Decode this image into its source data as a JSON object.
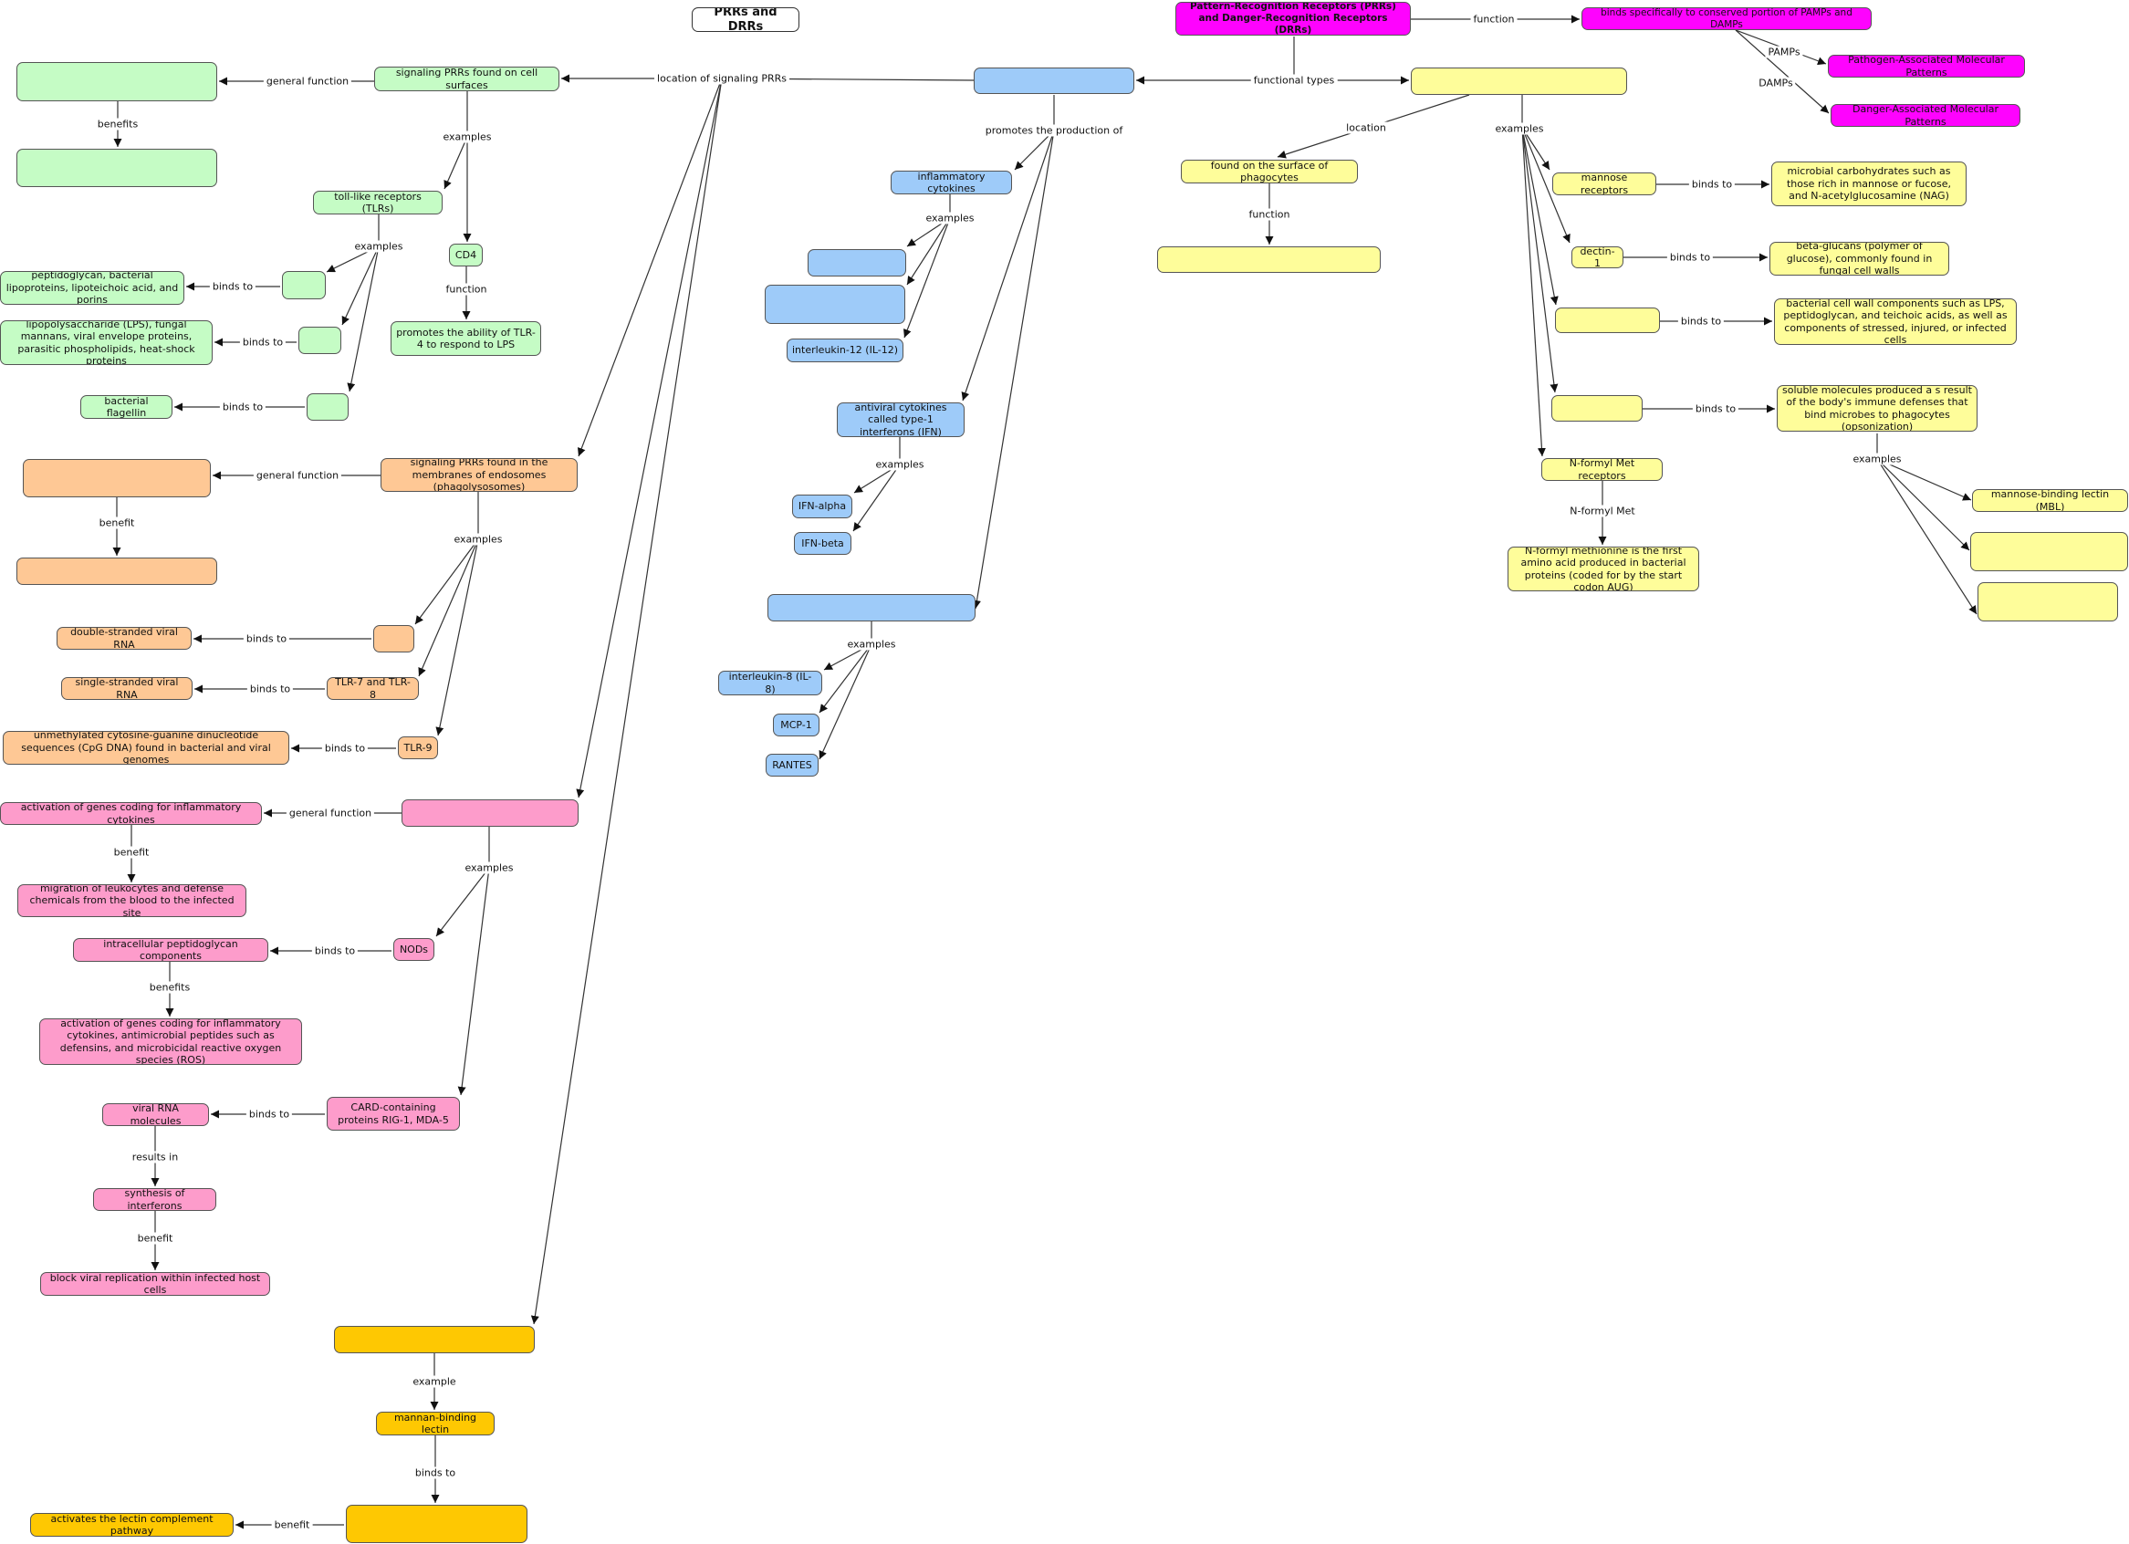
{
  "title": "PRRs and DRRs",
  "colors": {
    "green": "#c5fcc5",
    "orange": "#fec895",
    "pink": "#fd9ccb",
    "gold": "#fec802",
    "blue": "#9ecbf9",
    "yellow": "#fefd9a",
    "magenta": "#fe03fe",
    "line": "#333333"
  },
  "nodes": {
    "prr_drr": "Pattern-Recognition Receptors (PRRs) and Danger-Recognition Receptors (DRRs)",
    "binds_pamps_damps": "binds specifically to conserved portion of PAMPs and DAMPs",
    "pamp": "Pathogen-Associated Molecular Patterns",
    "damp": "Danger-Associated Molecular Patterns",
    "signaling_prrs": "",
    "endocytic_prrs": "",
    "found_surface_phagocytes": "found on the surface of phagocytes",
    "endocytic_function": "",
    "mannose_receptors": "mannose receptors",
    "mannose_binds": "microbial carbohydrates such as those rich in mannose or fucose, and N-acetylglucosamine (NAG)",
    "dectin": "dectin-1",
    "dectin_binds": "beta-glucans (polymer of glucose), commonly found in fungal cell walls",
    "scavenger": "",
    "scavenger_binds": "bacterial cell wall components such as LPS, peptidoglycan, and teichoic acids, as well as components of stressed, injured, or infected cells",
    "opsonin_receptors": "",
    "opsonin_binds": "soluble molecules produced a s result of the body's immune defenses that bind microbes to phagocytes (opsonization)",
    "mbl": "mannose-binding lectin (MBL)",
    "opsonin_ex2": "",
    "opsonin_ex3": "",
    "fmet_receptors": "N-formyl Met receptors",
    "fmet_desc": "N-formyl methionine is the first amino acid produced in bacterial proteins (coded for by the start codon AUG)",
    "inflammatory_cytokines": "inflammatory cytokines",
    "cyto_ex1": "",
    "cyto_ex2": "",
    "il12": "interleukin-12 (IL-12)",
    "ifn": "antiviral cytokines called type-1 interferons (IFN)",
    "ifn_alpha": "IFN-alpha",
    "ifn_beta": "IFN-beta",
    "chemokines": "",
    "il8": "interleukin-8 (IL-8)",
    "mcp1": "MCP-1",
    "rantes": "RANTES",
    "cell_surface_prrs": "signaling PRRs found on cell surfaces",
    "surface_general_fn": "",
    "surface_benefit": "",
    "tlrs": "toll-like receptors (TLRs)",
    "cd4": "CD4",
    "cd4_function": "promotes the ability of TLR-4 to respond to LPS",
    "tlr_ex1": "",
    "tlr_ex1_binds": "peptidoglycan, bacterial lipoproteins, lipoteichoic acid, and porins",
    "tlr_ex2": "",
    "tlr_ex2_binds": "lipopolysaccharide (LPS), fungal mannans, viral envelope proteins, parasitic phospholipids, heat-shock proteins",
    "tlr_ex3": "",
    "tlr_ex3_binds": "bacterial flagellin",
    "endosome_prrs": "signaling PRRs found in the membranes of endosomes (phagolysosomes)",
    "endosome_general_fn": "",
    "endosome_benefit": "",
    "endo_ex1": "",
    "dsrna": "double-stranded viral RNA",
    "tlr78": "TLR-7 and TLR-8",
    "ssrna": "single-stranded viral RNA",
    "tlr9": "TLR-9",
    "cpg": "unmethylated cytosine-guanine dinucleotide sequences (CpG DNA) found in bacterial and viral genomes",
    "cytoplasm_prrs": "",
    "activation_genes": "activation of genes coding for inflammatory cytokines",
    "migration": "migration of leukocytes and defense chemicals from the blood to the infected site",
    "nods": "NODs",
    "peptidoglycan_components": "intracellular peptidoglycan components",
    "nod_benefits": "activation of genes coding for inflammatory cytokines, antimicrobial peptides such as defensins, and microbicidal reactive oxygen species (ROS)",
    "card": "CARD-containing proteins RIG-1, MDA-5",
    "viral_rna": "viral RNA molecules",
    "synthesis_ifn": "synthesis of interferons",
    "block_replication": "block viral replication within infected host cells",
    "secreted_prrs": "",
    "mannan_binding_lectin": "mannan-binding lectin",
    "mbl_binds": "",
    "lectin_pathway": "activates the lectin complement pathway"
  },
  "labels": {
    "function": "function",
    "pamps": "PAMPs",
    "damps": "DAMPs",
    "functional_types": "functional types",
    "location": "location",
    "examples": "examples",
    "binds_to": "binds to",
    "n_formyl_met": "N-formyl Met",
    "promotes": "promotes the production of",
    "location_signaling": "location of signaling PRRs",
    "general_function": "general function",
    "benefits": "benefits",
    "benefit": "benefit",
    "results_in": "results in",
    "example": "example"
  }
}
